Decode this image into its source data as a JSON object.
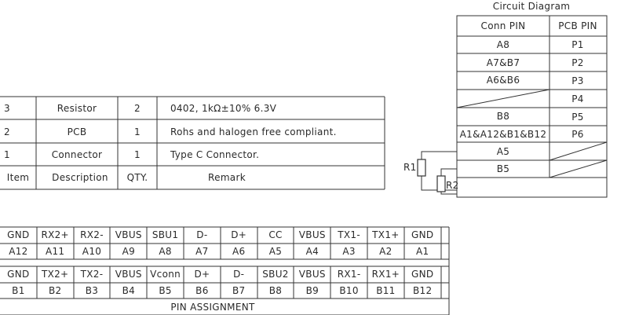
{
  "circuit": {
    "title": "Circuit Diagram",
    "header": {
      "conn": "Conn PIN",
      "pcb": "PCB PIN"
    },
    "rows": [
      {
        "conn": "A8",
        "pcb": "P1"
      },
      {
        "conn": "A7&B7",
        "pcb": "P2"
      },
      {
        "conn": "A6&B6",
        "pcb": "P3"
      },
      {
        "conn": "",
        "pcb": "P4"
      },
      {
        "conn": "B8",
        "pcb": "P5"
      },
      {
        "conn": "A1&A12&B1&B12",
        "pcb": "P6"
      },
      {
        "conn": "A5",
        "pcb": ""
      },
      {
        "conn": "B5",
        "pcb": ""
      }
    ],
    "resistors": [
      "R1",
      "R2"
    ]
  },
  "bom": {
    "headers": {
      "item": "Item",
      "description": "Description",
      "qty": "QTY.",
      "remark": "Remark"
    },
    "rows": [
      {
        "item": "3",
        "description": "Resistor",
        "qty": "2",
        "remark": "0402, 1kΩ±10% 6.3V"
      },
      {
        "item": "2",
        "description": "PCB",
        "qty": "1",
        "remark": "Rohs and halogen free compliant."
      },
      {
        "item": "1",
        "description": "Connector",
        "qty": "1",
        "remark": "Type C Connector."
      }
    ]
  },
  "pins": {
    "row_a_signals": [
      "GND",
      "RX2+",
      "RX2-",
      "VBUS",
      "SBU1",
      "D-",
      "D+",
      "CC",
      "VBUS",
      "TX1-",
      "TX1+",
      "GND"
    ],
    "row_a_pins": [
      "A12",
      "A11",
      "A10",
      "A9",
      "A8",
      "A7",
      "A6",
      "A5",
      "A4",
      "A3",
      "A2",
      "A1"
    ],
    "row_b_signals": [
      "GND",
      "TX2+",
      "TX2-",
      "VBUS",
      "Vconn",
      "D+",
      "D-",
      "SBU2",
      "VBUS",
      "RX1-",
      "RX1+",
      "GND"
    ],
    "row_b_pins": [
      "B1",
      "B2",
      "B3",
      "B4",
      "B5",
      "B6",
      "B7",
      "B8",
      "B9",
      "B10",
      "B11",
      "B12"
    ],
    "title": "PIN ASSIGNMENT"
  }
}
